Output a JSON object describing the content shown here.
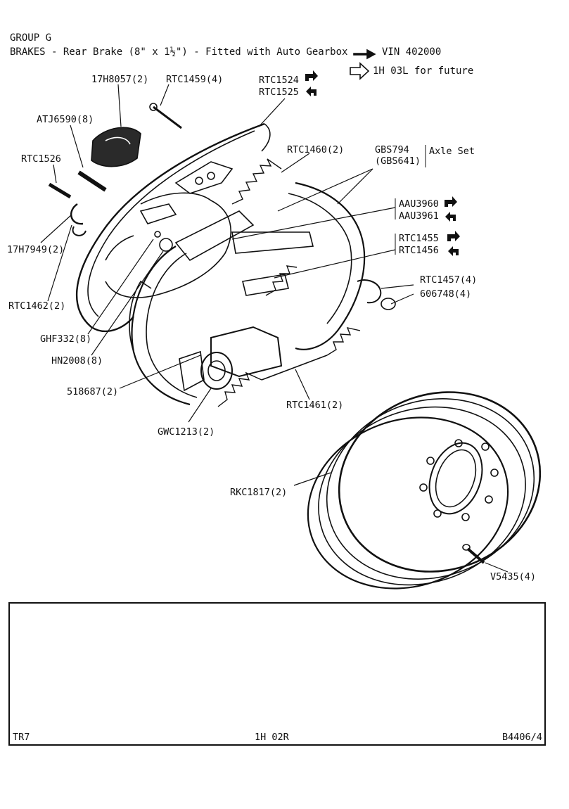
{
  "header": {
    "group": "GROUP G",
    "title": "BRAKES - Rear Brake (8\" x 1½\") - Fitted with Auto Gearbox",
    "vin": "VIN 402000",
    "future": "1H 03L for future"
  },
  "labels": {
    "p17h8057": "17H8057(2)",
    "rtc1459": "RTC1459(4)",
    "rtc1524": "RTC1524",
    "rtc1525": "RTC1525",
    "atj6590": "ATJ6590(8)",
    "rtc1526": "RTC1526",
    "rtc1460": "RTC1460(2)",
    "gbs794": "GBS794",
    "gbs641": "(GBS641)",
    "axle_set": "Axle Set",
    "aau3960": "AAU3960",
    "aau3961": "AAU3961",
    "p17h7949": "17H7949(2)",
    "rtc1455": "RTC1455",
    "rtc1456": "RTC1456",
    "rtc1457": "RTC1457(4)",
    "p606748": "606748(4)",
    "rtc1462": "RTC1462(2)",
    "ghf332": "GHF332(8)",
    "hn2008": "HN2008(8)",
    "p518687": "518687(2)",
    "rtc1461": "RTC1461(2)",
    "gwc1213": "GWC1213(2)",
    "rkc1817": "RKC1817(2)",
    "v5435": "V5435(4)"
  },
  "footer": {
    "model": "TR7",
    "page": "1H 02R",
    "ref": "B4406/4"
  }
}
